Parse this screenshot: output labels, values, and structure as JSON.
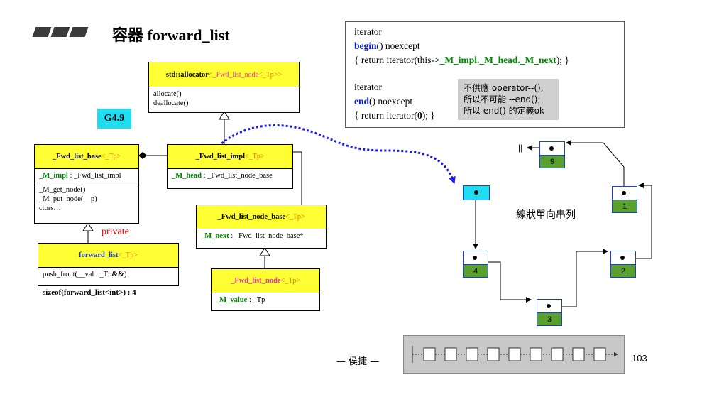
{
  "title": "容器 forward_list",
  "badge": "G4.9",
  "allocator": {
    "name": "std::allocator",
    "tparam_open": "<",
    "tparam_node": "_Fwd_list_node",
    "tparam_rest": "<_Tp>>",
    "methods": [
      "allocate()",
      "deallocate()"
    ]
  },
  "fwd_list_base": {
    "name": "_Fwd_list_base",
    "tparam": "<_Tp>",
    "member_name": "_M_impl",
    "member_type": " : _Fwd_list_impl",
    "methods": [
      "_M_get_node()",
      "_M_put_node(__p)",
      "ctors…"
    ]
  },
  "fwd_list_impl": {
    "name": "_Fwd_list_impl",
    "tparam": "<_Tp>",
    "member_name": "_M_head",
    "member_type": " : _Fwd_list_node_base"
  },
  "fwd_list_node_base": {
    "name": "_Fwd_list_node_base",
    "tparam": "<_Tp>",
    "member_name": "_M_next",
    "member_type": " : _Fwd_list_node_base*"
  },
  "fwd_list_node": {
    "name": "_Fwd_list_node",
    "tparam": "<_Tp>",
    "member_name": "_M_value",
    "member_type": " : _Tp"
  },
  "forward_list": {
    "name": "forward_list",
    "tparam": "<_Tp>",
    "method_prefix": "push_front(__val : _Tp",
    "method_bold": "&&",
    "method_suffix": ")"
  },
  "private_label": "private",
  "sizeof_text": "sizeof(forward_list<int>) : 4",
  "code": {
    "line1": "iterator",
    "line2_kw": "begin",
    "line2_rest": "() noexcept",
    "line3_pre": "{ return iterator(this->",
    "line3_green": "_M_impl._M_head._M_next",
    "line3_post": "); }",
    "line4": "iterator",
    "line5_kw": "end",
    "line5_rest": "() noexcept",
    "line6_pre": "{ return iterator(",
    "line6_bold": "0",
    "line6_post": "); }"
  },
  "note_lines": [
    "不供應 operator--(),",
    "所以不可能 --end();",
    "所以 end() 的定義ok"
  ],
  "list_label": "線狀單向串列",
  "nodes": [
    "9",
    "1",
    "4",
    "2",
    "3"
  ],
  "null_symbol": "||",
  "footer_author": "— 侯捷 —",
  "page_number": "103"
}
